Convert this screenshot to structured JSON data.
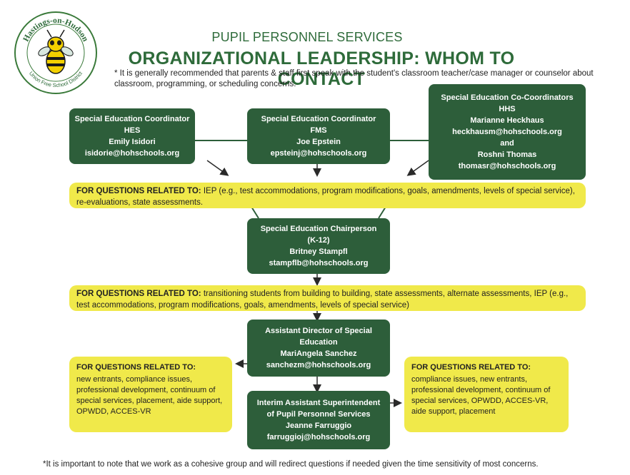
{
  "logo": {
    "top_text": "Hastings-on-Hudson",
    "bottom_text": "Union Free School District",
    "icon": "hornet-mascot"
  },
  "header": {
    "subtitle": "PUPIL PERSONNEL SERVICES",
    "title": "ORGANIZATIONAL LEADERSHIP: WHOM TO CONTACT",
    "note": "* It is generally recommended that parents & staff first speak with the student's classroom teacher/case manager or counselor about classroom, programming, or scheduling concerns."
  },
  "top_boxes": [
    {
      "role": "Special Education Coordinator",
      "school": "HES",
      "name": "Emily Isidori",
      "email": "isidorie@hohschools.org"
    },
    {
      "role": "Special Education Coordinator",
      "school": "FMS",
      "name": "Joe Epstein",
      "email": "epsteinj@hohschools.org"
    },
    {
      "role": "Special Education  Co-Coordinators",
      "school": "HHS",
      "name": "Marianne Heckhaus",
      "email": "heckhausm@hohschools.org",
      "and": "and",
      "name2": "Roshni Thomas",
      "email2": "thomasr@hohschools.org"
    }
  ],
  "band1": {
    "label": "FOR QUESTIONS RELATED TO:",
    "text": " IEP (e.g., test accommodations, program modifications, goals, amendments, levels of special service), re-evaluations, state assessments."
  },
  "chair": {
    "role": "Special Education Chairperson",
    "scope": "(K-12)",
    "name": "Britney Stampfl",
    "email": "stampflb@hohschools.org"
  },
  "band2": {
    "label": "FOR QUESTIONS RELATED TO:",
    "text": " transitioning students from building to building, state assessments, alternate assessments, IEP (e.g., test accommodations, program modifications, goals, amendments, levels of special service)"
  },
  "asst_director": {
    "role_line1": "Assistant Director of Special",
    "role_line2": "Education",
    "name": "MariAngela Sanchez",
    "email": "sanchezm@hohschools.org"
  },
  "asst_super": {
    "role_line1": "Interim Assistant Superintendent",
    "role_line2": "of Pupil Personnel Services",
    "name": "Jeanne Farruggio",
    "email": "farruggioj@hohschools.org"
  },
  "left_questions": {
    "label": "FOR QUESTIONS RELATED TO:",
    "text": "new entrants, compliance issues, professional development, continuum of special services, placement, aide support, OPWDD, ACCES-VR"
  },
  "right_questions": {
    "label": "FOR QUESTIONS RELATED TO:",
    "text": "compliance issues, new entrants, professional development, continuum of special services, OPWDD, ACCES-VR, aide support, placement"
  },
  "footnote": "*It is important to note that we work as a cohesive group and will redirect questions if needed given the time sensitivity of most concerns.",
  "colors": {
    "green": "#2d5e3a",
    "yellow": "#f0e94a",
    "title_green": "#2e6b3a"
  }
}
